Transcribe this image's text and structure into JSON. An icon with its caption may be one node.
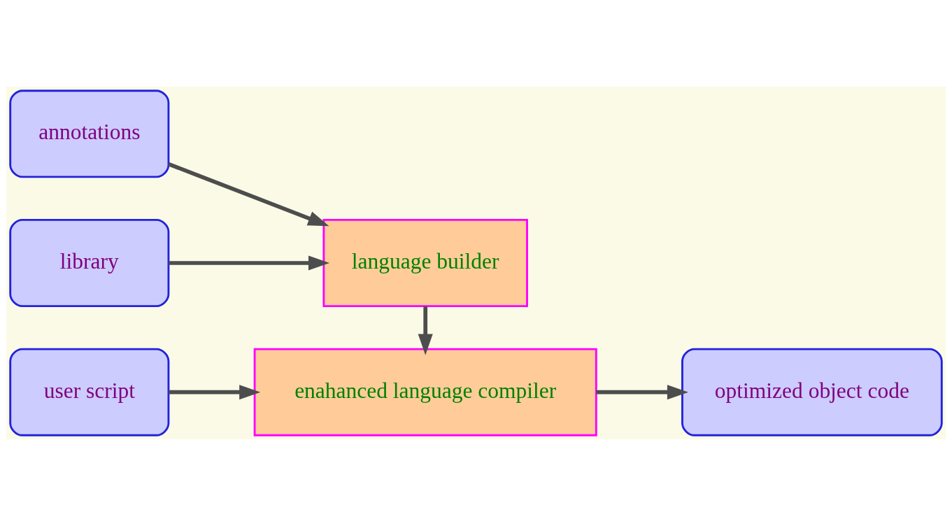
{
  "diagram": {
    "nodes": [
      {
        "text": [
          "user script"
        ]
      },
      {
        "text": [
          "enahanced language compiler"
        ]
      },
      {
        "text": [
          "optimized object code"
        ]
      },
      {
        "text": [
          "annotations"
        ]
      },
      {
        "text": [
          "language builder"
        ]
      },
      {
        "text": [
          "library"
        ]
      }
    ],
    "edges": [
      {
        "from": 0,
        "to": 1,
        "arrow": "to"
      },
      {
        "from": 1,
        "to": 2,
        "arrow": "to"
      },
      {
        "from": 4,
        "to": 1,
        "arrow": "to"
      },
      {
        "from": 3,
        "to": 4,
        "arrow": "to"
      },
      {
        "from": 5,
        "to": 4,
        "arrow": "to"
      }
    ]
  }
}
